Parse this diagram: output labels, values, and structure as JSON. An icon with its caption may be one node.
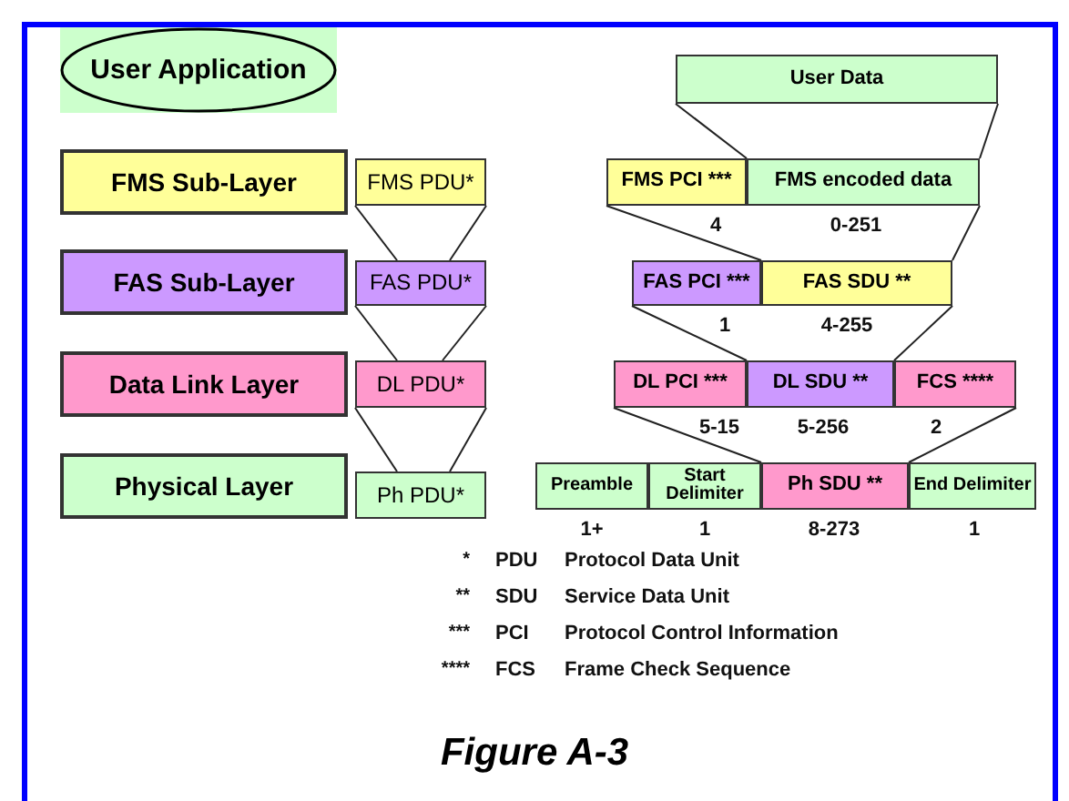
{
  "diagram": {
    "caption": "Figure A-3",
    "nodes": [
      {
        "text": [
          "User Application"
        ]
      },
      {
        "text": [
          "FMS Sub-Layer"
        ]
      },
      {
        "text": [
          "FMS PDU*"
        ]
      },
      {
        "text": [
          "FAS Sub-Layer"
        ]
      },
      {
        "text": [
          "FAS PDU*"
        ]
      },
      {
        "text": [
          "Data Link Layer"
        ]
      },
      {
        "text": [
          "DL PDU*"
        ]
      },
      {
        "text": [
          "Physical Layer"
        ]
      },
      {
        "text": [
          "Ph PDU*"
        ]
      },
      {
        "text": [
          "User Data"
        ]
      },
      {
        "text": [
          "FMS PCI ***"
        ],
        "beside": [
          "4"
        ]
      },
      {
        "text": [
          "FMS encoded data"
        ],
        "beside": [
          "0-251"
        ]
      },
      {
        "text": [
          "FAS PCI ***"
        ],
        "beside": [
          "1"
        ]
      },
      {
        "text": [
          "FAS SDU **"
        ],
        "beside": [
          "4-255"
        ]
      },
      {
        "text": [
          "DL PCI ***"
        ],
        "beside": [
          "5-15"
        ]
      },
      {
        "text": [
          "DL SDU **"
        ],
        "beside": [
          "5-256"
        ]
      },
      {
        "text": [
          "FCS ****"
        ],
        "beside": [
          "2"
        ]
      },
      {
        "text": [
          "Preamble"
        ],
        "beside": [
          "1+"
        ]
      },
      {
        "text": [
          "Start Delimiter"
        ],
        "beside": [
          "1"
        ]
      },
      {
        "text": [
          "Ph SDU **"
        ],
        "beside": [
          "8-273"
        ]
      },
      {
        "text": [
          "End Delimiter"
        ],
        "beside": [
          "1"
        ]
      }
    ],
    "edges": [
      {
        "from": 2,
        "to": 4,
        "arrow": "none"
      },
      {
        "from": 2,
        "to": 4,
        "arrow": "none"
      },
      {
        "from": 4,
        "to": 6,
        "arrow": "none"
      },
      {
        "from": 4,
        "to": 6,
        "arrow": "none"
      },
      {
        "from": 6,
        "to": 8,
        "arrow": "none"
      },
      {
        "from": 6,
        "to": 8,
        "arrow": "none"
      },
      {
        "from": 9,
        "to": 11,
        "arrow": "none"
      },
      {
        "from": 9,
        "to": 11,
        "arrow": "none"
      },
      {
        "from": 10,
        "to": 13,
        "arrow": "none"
      },
      {
        "from": 11,
        "to": 13,
        "arrow": "none"
      },
      {
        "from": 12,
        "to": 15,
        "arrow": "none"
      },
      {
        "from": 13,
        "to": 15,
        "arrow": "none"
      },
      {
        "from": 14,
        "to": 19,
        "arrow": "none"
      },
      {
        "from": 16,
        "to": 19,
        "arrow": "none"
      }
    ],
    "labels": [
      "*",
      "PDU",
      "Protocol Data Unit",
      "**",
      "SDU",
      "Service Data Unit",
      "***",
      "PCI",
      "Protocol Control Information",
      "****",
      "FCS",
      "Frame Check Sequence"
    ]
  }
}
